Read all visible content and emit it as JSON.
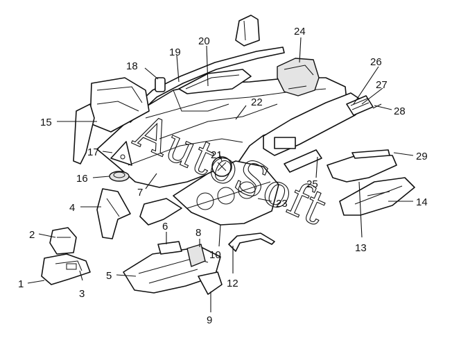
{
  "diagram": {
    "callouts": [
      "1",
      "2",
      "3",
      "4",
      "5",
      "6",
      "7",
      "8",
      "9",
      "10",
      "12",
      "13",
      "14",
      "15",
      "16",
      "17",
      "18",
      "19",
      "20",
      "21",
      "22",
      "23",
      "24",
      "25",
      "26",
      "27",
      "28",
      "29"
    ],
    "watermark": "AutoSoft"
  }
}
